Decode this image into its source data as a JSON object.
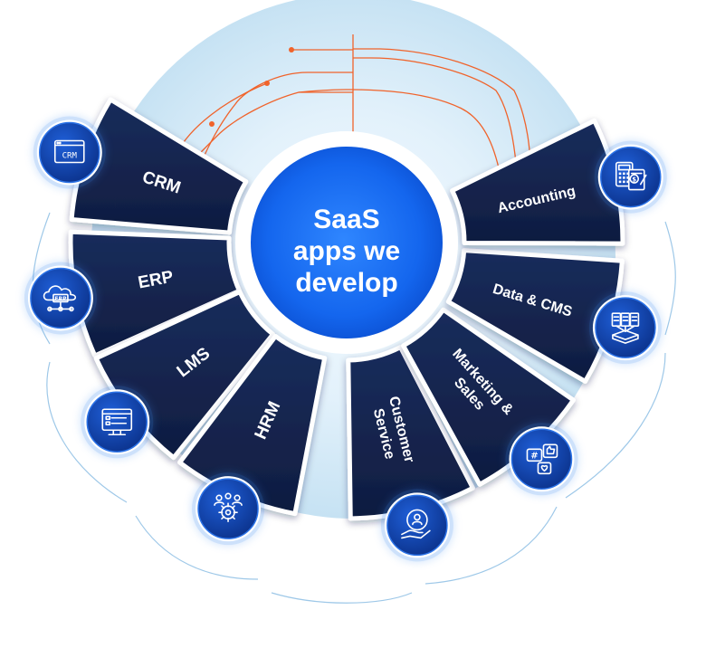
{
  "center": {
    "line1": "SaaS",
    "line2": "apps we",
    "line3": "develop"
  },
  "segments": [
    {
      "label": "CRM",
      "icon": "crm-monitor-icon"
    },
    {
      "label": "ERP",
      "icon": "erp-cloud-icon"
    },
    {
      "label": "LMS",
      "icon": "lms-screen-icon"
    },
    {
      "label": "HRM",
      "icon": "hrm-team-gear-icon"
    },
    {
      "label_line1": "Customer",
      "label_line2": "Service",
      "icon": "customer-service-hand-icon"
    },
    {
      "label_line1": "Marketing &",
      "label_line2": "Sales",
      "icon": "marketing-chat-like-icon"
    },
    {
      "label": "Data & CMS",
      "icon": "data-cms-database-icon"
    },
    {
      "label": "Accounting",
      "icon": "accounting-calculator-icon"
    }
  ],
  "icon_text": {
    "crm": "CRM",
    "erp": "ERP"
  },
  "colors": {
    "segment": "#12224a",
    "center_blue": "#1466ee",
    "halo_outer": "#d3e9f7",
    "halo_inner": "#ffffff",
    "circuit": "#f0632b",
    "badge": "#0f3fb0"
  }
}
